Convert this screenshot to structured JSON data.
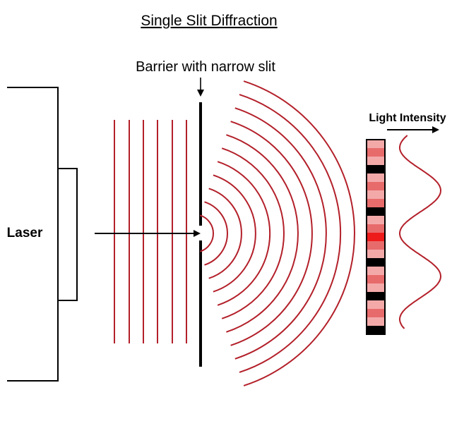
{
  "title": "Single Slit Diffraction",
  "barrier_label": "Barrier with narrow slit",
  "laser_label": "Laser",
  "intensity_label": "Light Intensity",
  "colors": {
    "wave": "#b3202a",
    "line": "#000000",
    "fringe_dark": "#000000",
    "fringe_light": "#f4a9a9",
    "fringe_mid": "#e86b6b",
    "fringe_center": "#ee1b1b"
  },
  "pattern": [
    "light",
    "mid",
    "light",
    "dark",
    "light",
    "mid",
    "light",
    "mid",
    "dark",
    "light",
    "mid",
    "center",
    "mid",
    "light",
    "dark",
    "light",
    "mid",
    "light",
    "dark",
    "light",
    "mid",
    "light",
    "dark"
  ],
  "icons": {
    "barrier_arrow": "down-arrow-icon",
    "laser_arrow": "right-arrow-icon",
    "intensity_arrow": "right-arrow-icon"
  }
}
